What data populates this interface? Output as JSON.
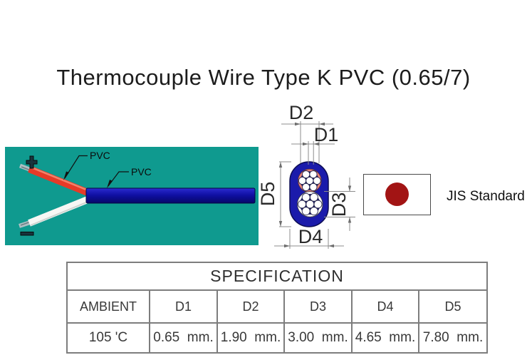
{
  "title": "Thermocouple Wire Type K PVC (0.65/7)",
  "cable_photo": {
    "plus_symbol": "+",
    "minus_symbol": "−",
    "pvc_label_1": "PVC",
    "pvc_label_2": "PVC",
    "background_color": "#0F9A8F",
    "jacket_color": "#1010A4",
    "positive_wire_color": "#E63A28",
    "negative_wire_color": "#F7F7F4"
  },
  "cross_section": {
    "labels": {
      "d1": "D1",
      "d2": "D2",
      "d3": "D3",
      "d4": "D4",
      "d5": "D5"
    },
    "jacket_color": "#1B1BAB",
    "positive_insulation_color": "#E8857B",
    "negative_insulation_color": "#FFFFFF",
    "strands_per_conductor": 7
  },
  "standard": {
    "label": "JIS Standard",
    "flag_icon": "japan-flag",
    "flag_disc_color": "#A21414"
  },
  "table": {
    "title": "SPECIFICATION",
    "headers": [
      "AMBIENT",
      "D1",
      "D2",
      "D3",
      "D4",
      "D5"
    ],
    "rows": [
      [
        "105 'C",
        "0.65  mm.",
        "1.90  mm.",
        "3.00  mm.",
        "4.65  mm.",
        "7.80  mm."
      ]
    ]
  }
}
